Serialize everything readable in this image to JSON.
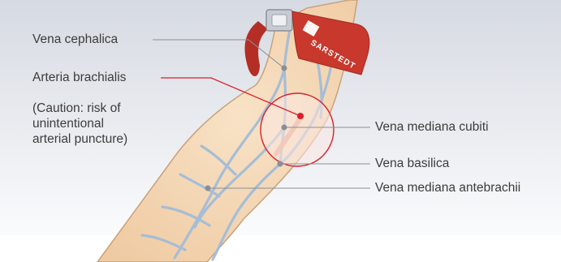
{
  "figure": {
    "labels": {
      "vena_cephalica": "Vena cephalica",
      "arteria_brachialis": "Arteria brachialis",
      "caution_note": [
        "(Caution: risk of",
        "unintentional",
        "arterial puncture)"
      ],
      "vena_mediana_cubiti": "Vena mediana cubiti",
      "vena_basilica": "Vena basilica",
      "vena_mediana_antebrachii": "Vena mediana antebrachii"
    },
    "tourniquet_brand": "SARSTEDT",
    "colors": {
      "background_gradient_top": "#d9dde4",
      "background_gradient_bottom": "#ffffff",
      "skin": "#f5d9b8",
      "skin_outline": "#c9a27a",
      "vein": "#9bb6d3",
      "artery": "#e8a08a",
      "tourniquet": "#c8382c",
      "leader_line": "#8a8f96",
      "artery_leader": "#d9202a",
      "text": "#3c3c3c"
    }
  }
}
